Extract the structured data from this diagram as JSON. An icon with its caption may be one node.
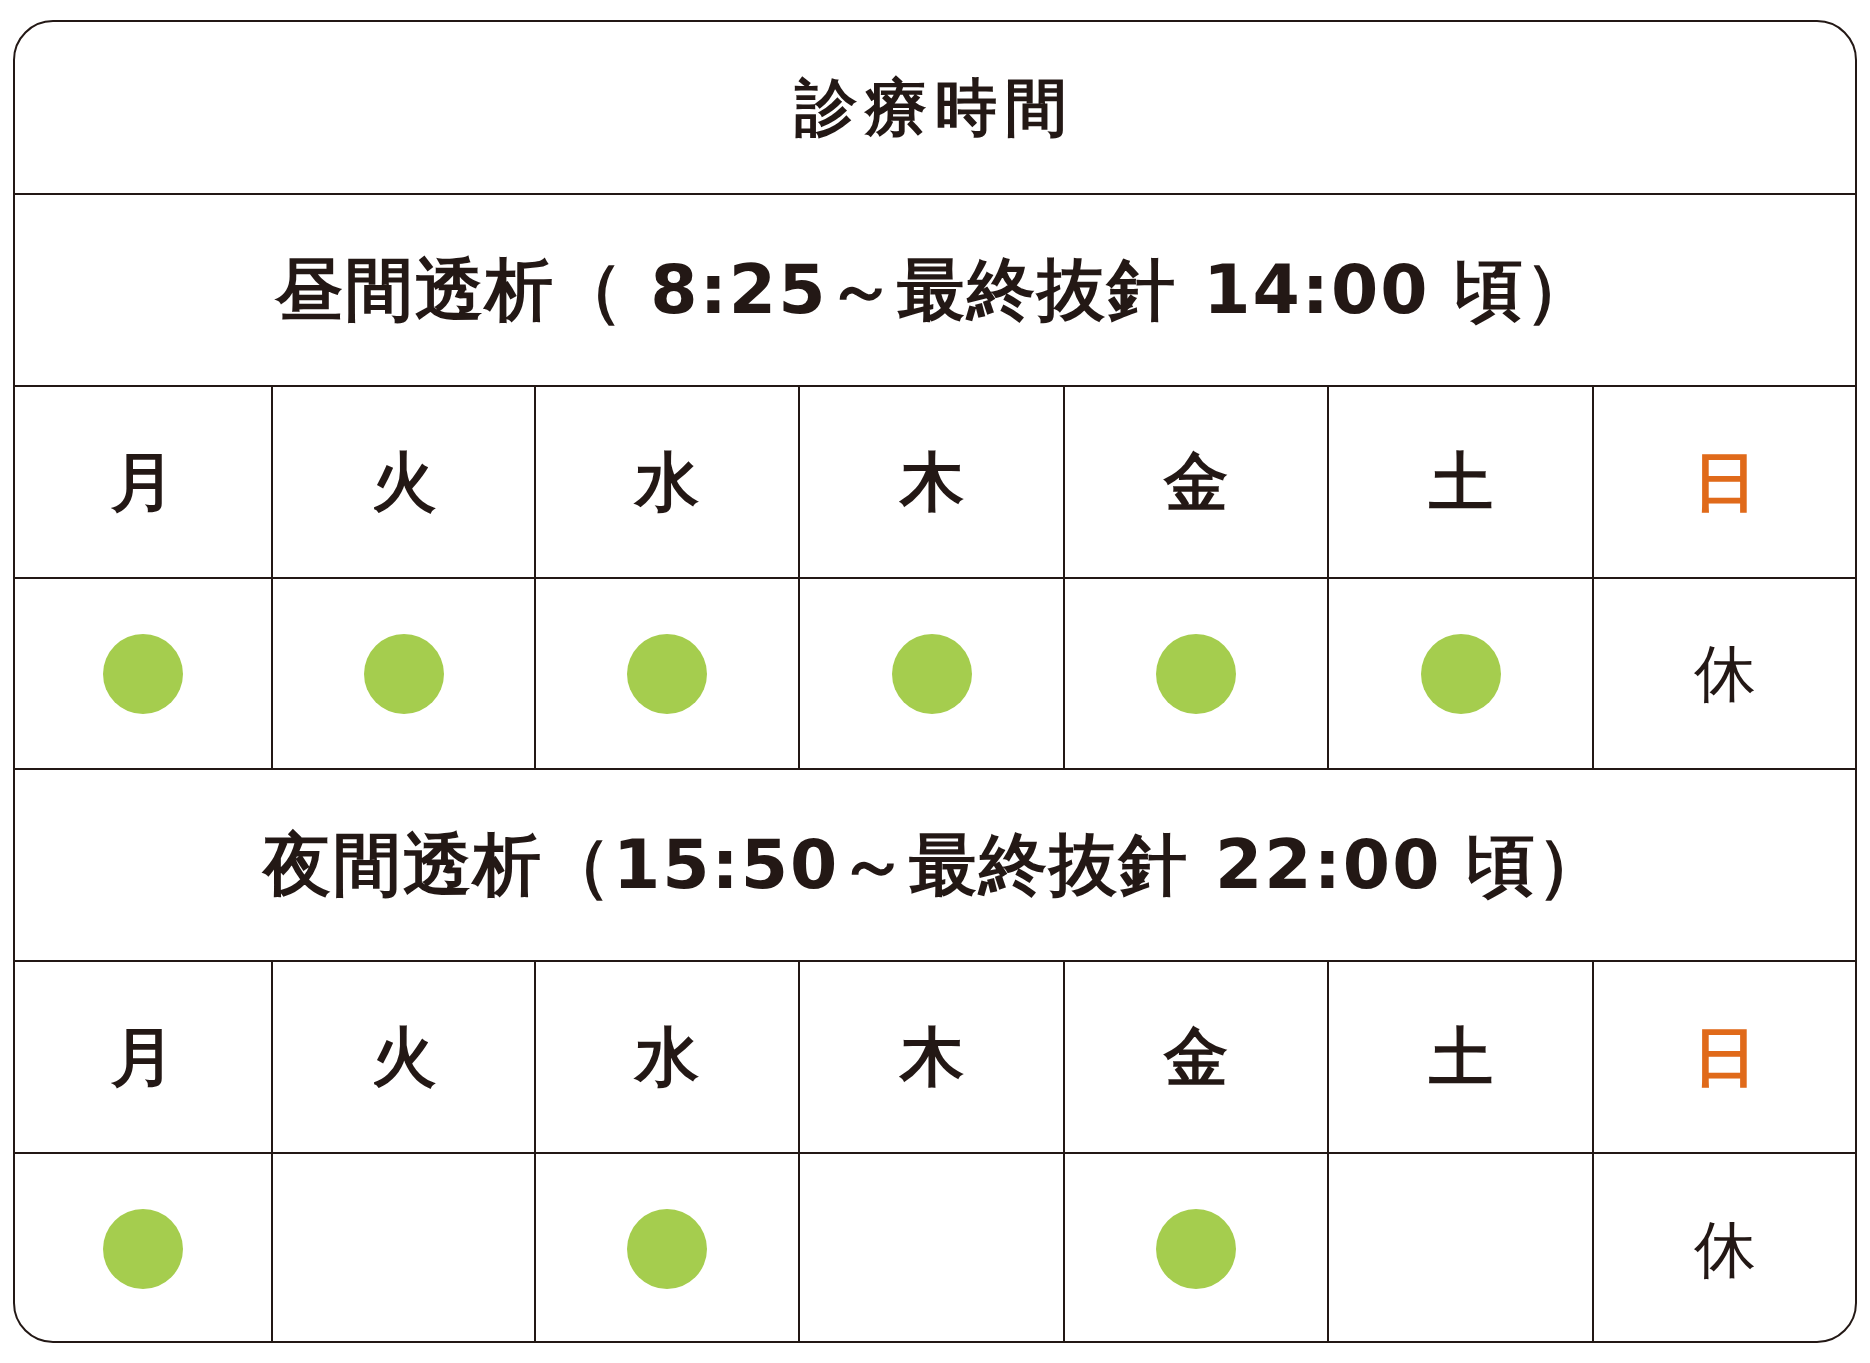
{
  "diagram": {
    "title": "診療時間",
    "nodes": [
      {
        "text": [],
        "shape": "circle"
      },
      {
        "text": [],
        "shape": "circle"
      },
      {
        "text": [],
        "shape": "circle"
      },
      {
        "text": [],
        "shape": "circle"
      },
      {
        "text": [],
        "shape": "circle"
      },
      {
        "text": [],
        "shape": "circle"
      },
      {
        "text": [],
        "shape": "circle"
      },
      {
        "text": [],
        "shape": "circle"
      },
      {
        "text": [],
        "shape": "circle"
      }
    ],
    "labels": [
      "昼間透析（ 8:25～最終抜針 14:00 頃）",
      "月",
      "火",
      "水",
      "木",
      "金",
      "土",
      "日",
      "休",
      "夜間透析（15:50～最終抜針 22:00 頃）",
      "月",
      "火",
      "水",
      "木",
      "金",
      "土",
      "日",
      "休"
    ]
  }
}
